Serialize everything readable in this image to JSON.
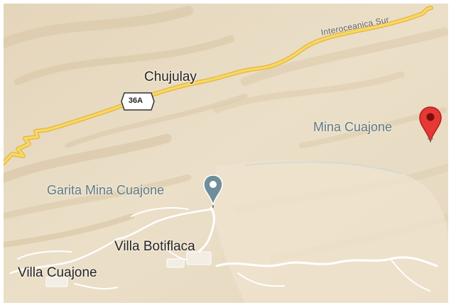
{
  "map": {
    "places": {
      "chujulay": "Chujulay",
      "villa_botiflaca": "Villa Botiflaca",
      "villa_cuajone": "Villa Cuajone"
    },
    "pois": {
      "mina_cuajone": "Mina Cuajone",
      "garita_mina_cuajone": "Garita Mina Cuajone"
    },
    "roads": {
      "interoceanica": "Interoceanica Sur",
      "shield": "36A"
    },
    "colors": {
      "terrain": "#e9dcc4",
      "highway": "#f6cf5b",
      "highway_casing": "#e3b53c",
      "local_road": "#ffffff",
      "red_pin": "#e53935",
      "grey_pin": "#6f8d9a"
    },
    "icons": {
      "selected_pin": "red-map-pin-icon",
      "poi_pin": "grey-map-pin-icon"
    }
  }
}
